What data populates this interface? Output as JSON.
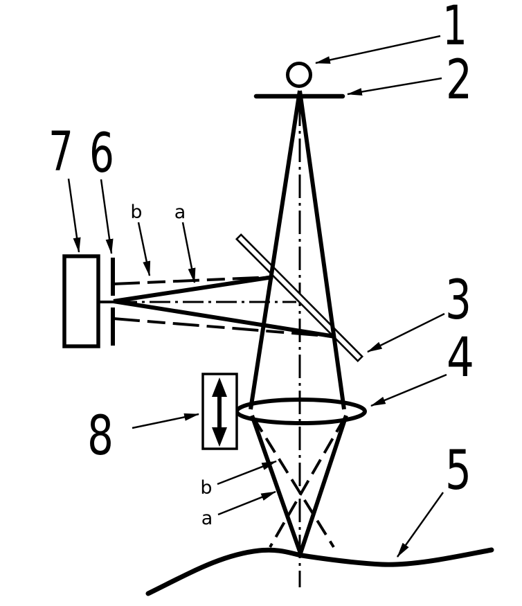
{
  "canvas": {
    "background": "#ffffff",
    "ink": "#000000"
  },
  "callouts": {
    "source": "1",
    "aperture": "2",
    "beam_splitter": "3",
    "lens": "4",
    "surface": "5",
    "slit": "6",
    "detector": "7",
    "actuator": "8",
    "ray_b_left_arm": "b",
    "ray_a_left_arm": "a",
    "ray_b_below_lens": "b",
    "ray_a_below_lens": "a"
  }
}
